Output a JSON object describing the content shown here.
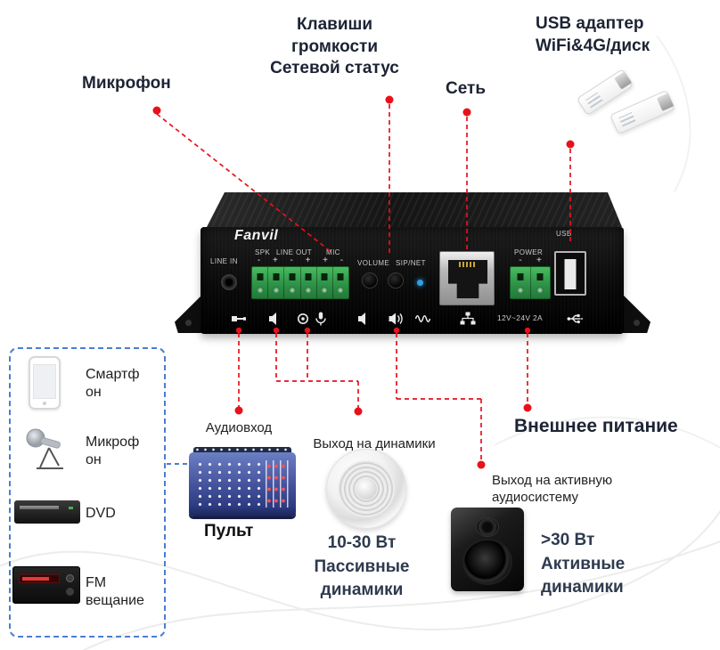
{
  "callouts": {
    "microphone": "Микрофон",
    "volume_keys": "Клавиши\nгромкости",
    "network_status": "Сетевой статус",
    "network": "Сеть",
    "usb_adapter": "USB адаптер\nWiFi&4G/диск",
    "audio_in": "Аудиовход",
    "speaker_out": "Выход на динамики",
    "active_out": "Выход на активную\nаудиосистему",
    "external_power": "Внешнее питание"
  },
  "device": {
    "brand": "Fanvil",
    "labels": {
      "line_in": "LINE IN",
      "spk": "SPK",
      "line_out": "LINE OUT",
      "mic": "MIC",
      "volume": "VOLUME",
      "sip_net": "SIP/NET",
      "power": "POWER",
      "usb": "USB",
      "power_rating": "12V~24V 2A"
    },
    "out_signs": [
      "-",
      "+",
      "-",
      "+",
      "+",
      "-"
    ],
    "power_signs": [
      "-",
      "+"
    ],
    "icon_names": [
      "line-in",
      "speaker",
      "record",
      "microphone",
      "speaker",
      "speaker-loud",
      "wave",
      "network",
      "usb"
    ]
  },
  "sources": {
    "items": [
      {
        "label": "Смартфон"
      },
      {
        "label": "Микрофон"
      },
      {
        "label": "DVD"
      },
      {
        "label": "FM вещание"
      }
    ]
  },
  "outputs": {
    "mixer": "Пульт",
    "passive_speakers": "10-30 Вт\nПассивные\nдинамики",
    "active_speakers": ">30 Вт\nАктивные\nдинамики"
  },
  "colors": {
    "accent_red": "#e8111a",
    "dashed_blue": "#4a7ed0",
    "terminal_green": "#2f9e4a",
    "label_dark": "#1c2333"
  }
}
